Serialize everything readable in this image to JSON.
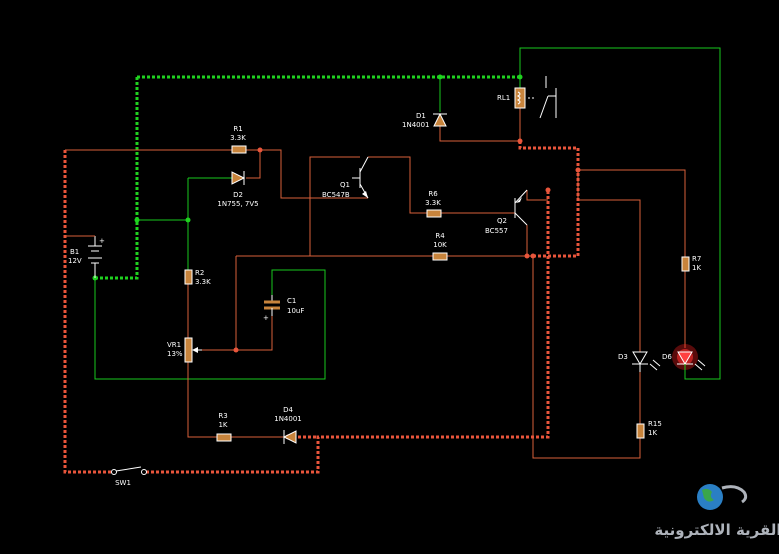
{
  "components": {
    "b1": {
      "name": "B1",
      "value": "12V"
    },
    "r1": {
      "name": "R1",
      "value": "3.3K"
    },
    "d2": {
      "name": "D2",
      "value": "1N755, 7V5"
    },
    "q1": {
      "name": "Q1",
      "value": "BC547B"
    },
    "d1": {
      "name": "D1",
      "value": "1N4001"
    },
    "rl1": {
      "name": "RL1"
    },
    "r6": {
      "name": "R6",
      "value": "3.3K"
    },
    "q2": {
      "name": "Q2",
      "value": "BC557"
    },
    "r4": {
      "name": "R4",
      "value": "10K"
    },
    "r2": {
      "name": "R2",
      "value": "3.3K"
    },
    "c1": {
      "name": "C1",
      "value": "10uF"
    },
    "vr1": {
      "name": "VR1",
      "value": "13%"
    },
    "r3": {
      "name": "R3",
      "value": "1K"
    },
    "d4": {
      "name": "D4",
      "value": "1N4001"
    },
    "sw1": {
      "name": "SW1"
    },
    "r7": {
      "name": "R7",
      "value": "1K"
    },
    "d3": {
      "name": "D3"
    },
    "d6": {
      "name": "D6"
    },
    "r15": {
      "name": "R15",
      "value": "1K"
    }
  },
  "watermark": {
    "text": "القرية الالكترونية"
  },
  "colors": {
    "background": "#000000",
    "wire_green": "#19c81e",
    "wire_red": "#e8553b",
    "component_body": "#c8843c",
    "led_on": "#ff2020"
  }
}
